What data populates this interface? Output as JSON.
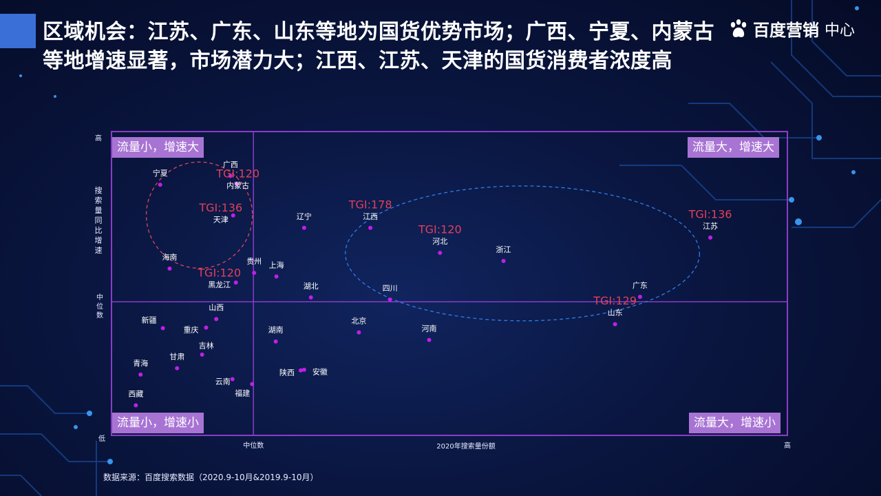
{
  "title": "区域机会：江苏、广东、山东等地为国货优势市场；广西、宁夏、内蒙古等地增速显著，市场潜力大；江西、江苏、天津的国货消费者浓度高",
  "logo": {
    "brand": "百度营销",
    "sub": "中心"
  },
  "source": "数据来源：百度搜索数据（2020.9-10月&2019.9-10月）",
  "colors": {
    "point": "#c21ee8",
    "tgi": "#e0405a",
    "quad_label_bg": "#a874d4",
    "plot_border": "#8a3cc9",
    "ellipse_red": "#d8465e",
    "ellipse_blue": "#2f7de8"
  },
  "quadrants": {
    "top_left": "流量小，增速大",
    "top_right": "流量大，增速大",
    "bottom_left": "流量小，增速小",
    "bottom_right": "流量大，增速小"
  },
  "chart_data": {
    "type": "scatter",
    "xlabel": "2020年搜索量份额",
    "ylabel": "搜索量同比增速",
    "x_ticks": [
      "中位数",
      "高"
    ],
    "y_ticks": [
      "高",
      "中位数",
      "低"
    ],
    "ylabel_chars": [
      "搜",
      "索",
      "量",
      "同",
      "比",
      "增",
      "速"
    ],
    "y_mid_chars": [
      "中",
      "位",
      "数"
    ],
    "origin_label": "低",
    "xlim": [
      0,
      100
    ],
    "ylim": [
      0,
      100
    ],
    "x_median": 21,
    "y_median": 44,
    "points": [
      {
        "name": "宁夏",
        "x": 7.2,
        "y": 82.5,
        "tgi": "",
        "lx": 0,
        "ly": -16
      },
      {
        "name": "广西",
        "x": 17.6,
        "y": 85.4,
        "tgi": "",
        "lx": 0,
        "ly": -16
      },
      {
        "name": "内蒙古",
        "x": 18.5,
        "y": 82.8,
        "tgi": "TGI:120",
        "lx": 2,
        "ly": 3
      },
      {
        "name": "天津",
        "x": 18.0,
        "y": 72.4,
        "tgi": "TGI:136",
        "lx": -18,
        "ly": 7
      },
      {
        "name": "辽宁",
        "x": 28.5,
        "y": 68.3,
        "tgi": "",
        "lx": 0,
        "ly": -16
      },
      {
        "name": "江西",
        "x": 38.3,
        "y": 68.3,
        "tgi": "TGI:178",
        "lx": 0,
        "ly": -16
      },
      {
        "name": "河北",
        "x": 48.6,
        "y": 60.1,
        "tgi": "TGI:120",
        "lx": 0,
        "ly": -16
      },
      {
        "name": "浙江",
        "x": 58.0,
        "y": 57.4,
        "tgi": "",
        "lx": 0,
        "ly": -16
      },
      {
        "name": "江苏",
        "x": 88.6,
        "y": 65.1,
        "tgi": "TGI:136",
        "lx": 0,
        "ly": -16
      },
      {
        "name": "海南",
        "x": 8.6,
        "y": 54.9,
        "tgi": "",
        "lx": 0,
        "ly": -16
      },
      {
        "name": "贵州",
        "x": 21.1,
        "y": 53.5,
        "tgi": "",
        "lx": 0,
        "ly": -16
      },
      {
        "name": "上海",
        "x": 24.4,
        "y": 52.3,
        "tgi": "",
        "lx": 0,
        "ly": -16
      },
      {
        "name": "黑龙江",
        "x": 18.4,
        "y": 50.3,
        "tgi": "TGI:120",
        "lx": -24,
        "ly": 4
      },
      {
        "name": "湖北",
        "x": 29.5,
        "y": 45.4,
        "tgi": "",
        "lx": 0,
        "ly": -16
      },
      {
        "name": "四川",
        "x": 41.2,
        "y": 44.7,
        "tgi": "",
        "lx": 0,
        "ly": -16
      },
      {
        "name": "广东",
        "x": 78.2,
        "y": 45.6,
        "tgi": "",
        "lx": 0,
        "ly": -16
      },
      {
        "name": "山东",
        "x": 74.5,
        "y": 36.6,
        "tgi": "TGI:129",
        "lx": 0,
        "ly": -16
      },
      {
        "name": "山西",
        "x": 15.5,
        "y": 38.3,
        "tgi": "",
        "lx": 0,
        "ly": -16
      },
      {
        "name": "新疆",
        "x": 7.6,
        "y": 35.3,
        "tgi": "",
        "lx": -20,
        "ly": -11
      },
      {
        "name": "重庆",
        "x": 14.0,
        "y": 35.5,
        "tgi": "",
        "lx": -22,
        "ly": 4
      },
      {
        "name": "北京",
        "x": 36.6,
        "y": 33.9,
        "tgi": "",
        "lx": 0,
        "ly": -16
      },
      {
        "name": "湖南",
        "x": 24.3,
        "y": 30.9,
        "tgi": "",
        "lx": 0,
        "ly": -16
      },
      {
        "name": "河南",
        "x": 47.0,
        "y": 31.4,
        "tgi": "",
        "lx": 0,
        "ly": -16
      },
      {
        "name": "吉林",
        "x": 13.4,
        "y": 26.6,
        "tgi": "",
        "lx": 6,
        "ly": -12
      },
      {
        "name": "甘肃",
        "x": 9.7,
        "y": 22.1,
        "tgi": "",
        "lx": 0,
        "ly": -16
      },
      {
        "name": "青海",
        "x": 4.3,
        "y": 20.0,
        "tgi": "",
        "lx": 0,
        "ly": -16
      },
      {
        "name": "陕西",
        "x": 28.0,
        "y": 21.4,
        "tgi": "",
        "lx": -20,
        "ly": 4
      },
      {
        "name": "安徽",
        "x": 28.5,
        "y": 21.6,
        "tgi": "",
        "lx": 23,
        "ly": 4
      },
      {
        "name": "云南",
        "x": 17.9,
        "y": 18.5,
        "tgi": "",
        "lx": -14,
        "ly": 4
      },
      {
        "name": "福建",
        "x": 20.8,
        "y": 16.9,
        "tgi": "",
        "lx": -14,
        "ly": 14
      },
      {
        "name": "西藏",
        "x": 3.6,
        "y": 9.9,
        "tgi": "",
        "lx": 0,
        "ly": -16
      }
    ],
    "highlight_regions": [
      {
        "type": "circle",
        "style": "red-dashed",
        "cx": 13.0,
        "cy": 72.5,
        "r_frac_x": 0.0785
      },
      {
        "type": "ellipse",
        "style": "blue-dashed",
        "cx": 60.8,
        "cy": 59.9,
        "rx_frac": 0.262,
        "ry_frac": 0.222
      }
    ]
  }
}
